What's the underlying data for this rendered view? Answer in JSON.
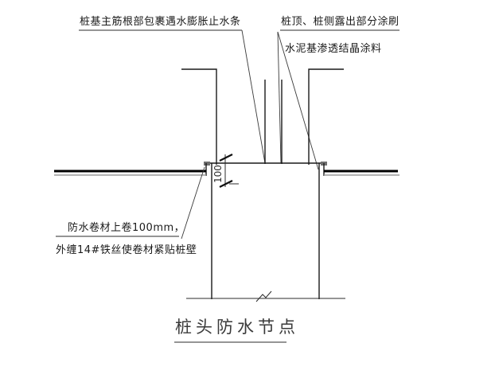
{
  "drawing": {
    "title": "桩头防水节点",
    "background_color": "#ffffff",
    "line_color": "#1a1a1a",
    "annotations": {
      "top_left_note": "桩基主筋根部包裹遇水膨胀止水条",
      "top_right_note_line1": "桩顶、桩侧露出部分涂刷",
      "top_right_note_line2": "水泥基渗透结晶涂料",
      "left_note_line1": "防水卷材上卷100mm，",
      "left_note_line2": "外缠14#铁丝使卷材紧贴桩壁"
    },
    "dimensions": {
      "pile_top_height": "100"
    },
    "elements": {
      "pile_body": "pile-body",
      "rebar_left": "rebar-left-bent",
      "rebar_right": "rebar-right-bent",
      "rebar_straight_1": "rebar-straight-inner-left",
      "rebar_straight_2": "rebar-straight-inner-right",
      "membrane_left": "waterproof-membrane-left",
      "membrane_right": "waterproof-membrane-right",
      "break_line": "pile-break-line"
    }
  }
}
